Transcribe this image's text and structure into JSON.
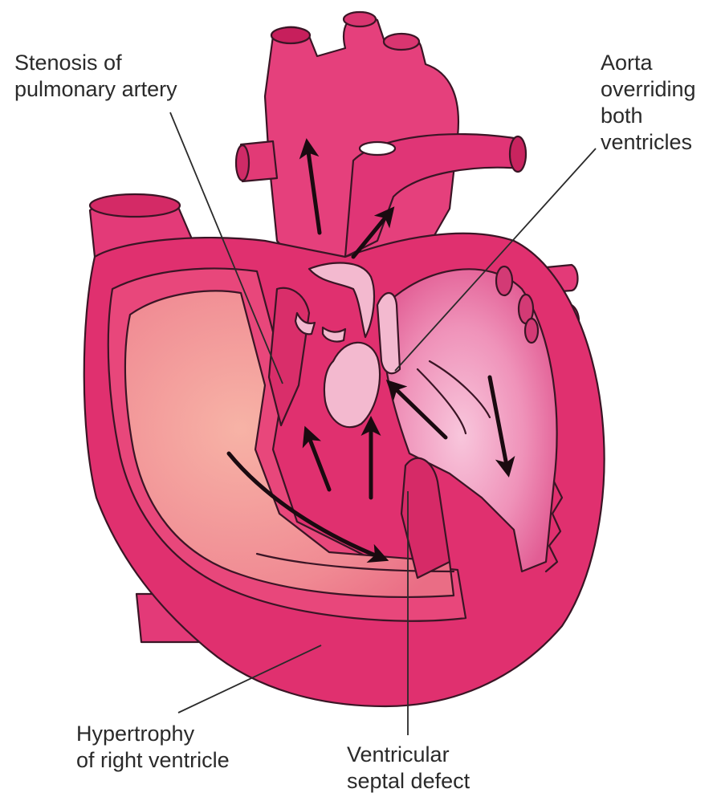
{
  "labels": {
    "stenosis": [
      "Stenosis of",
      "pulmonary artery"
    ],
    "aorta": [
      "Aorta",
      "overriding",
      "both",
      "ventricles"
    ],
    "hypertrophy": [
      "Hypertrophy",
      "of right ventricle"
    ],
    "vsd": [
      "Ventricular",
      "septal defect"
    ]
  },
  "colors": {
    "heart": "#e0306f",
    "heart_dark": "#c71f5c",
    "vessel": "#e33a78",
    "rv_chamber": "#f07f8e",
    "lv_chamber": "#f3a0c4",
    "valve": "#f3b9cf",
    "arrow": "#1a0a10",
    "outline": "#3a1525"
  }
}
